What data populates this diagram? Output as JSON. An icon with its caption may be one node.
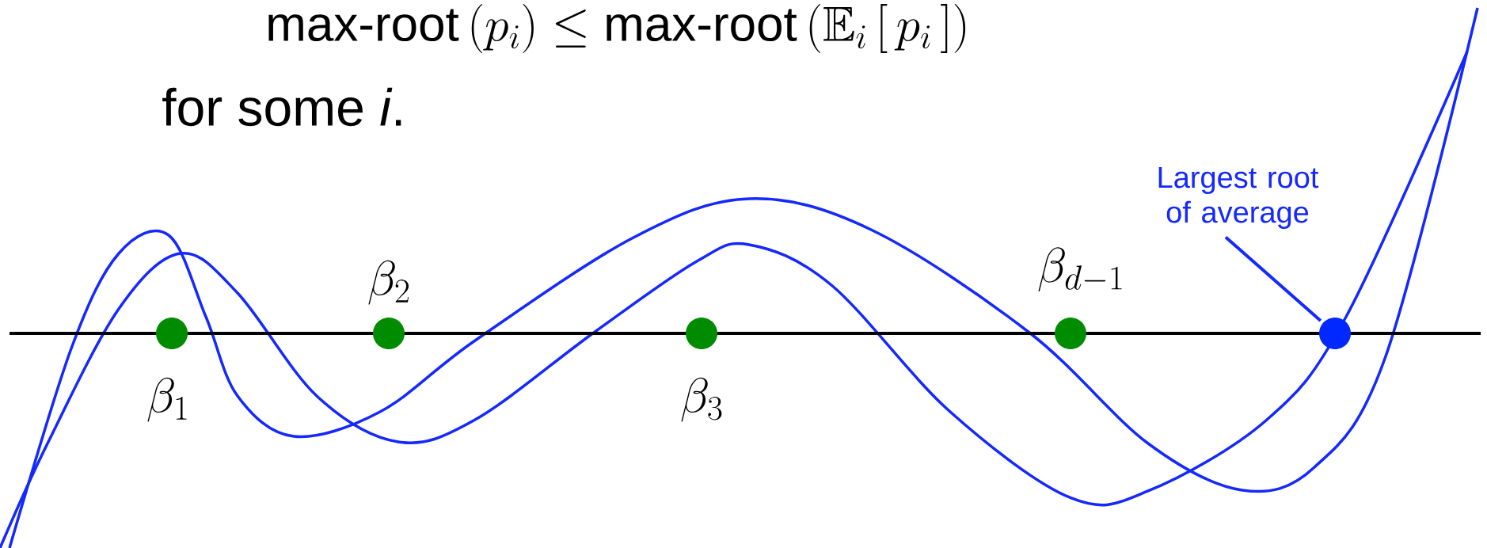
{
  "diagram": {
    "nodes": [
      {
        "text": [
          "Largest root of average"
        ]
      },
      {
        "text": [],
        "shape": "circle",
        "beside": [
          "\\beta_1"
        ]
      },
      {
        "text": [],
        "shape": "circle",
        "beside": [
          "\\beta_2"
        ]
      },
      {
        "text": [],
        "shape": "circle",
        "beside": [
          "\\beta_3"
        ]
      },
      {
        "text": [],
        "shape": "circle",
        "beside": [
          "\\beta_{d-1}"
        ]
      },
      {
        "text": [],
        "shape": "circle"
      }
    ],
    "edges": [
      {
        "from": 0,
        "to": 5,
        "arrow": "none"
      }
    ],
    "labels": [
      "\\mbox{max-root}\\,(p_i) \\le \\mbox{max-root}\\,(\\mathbb{E}_i\\,[\\,p_i\\,])",
      "for some *i*."
    ]
  }
}
